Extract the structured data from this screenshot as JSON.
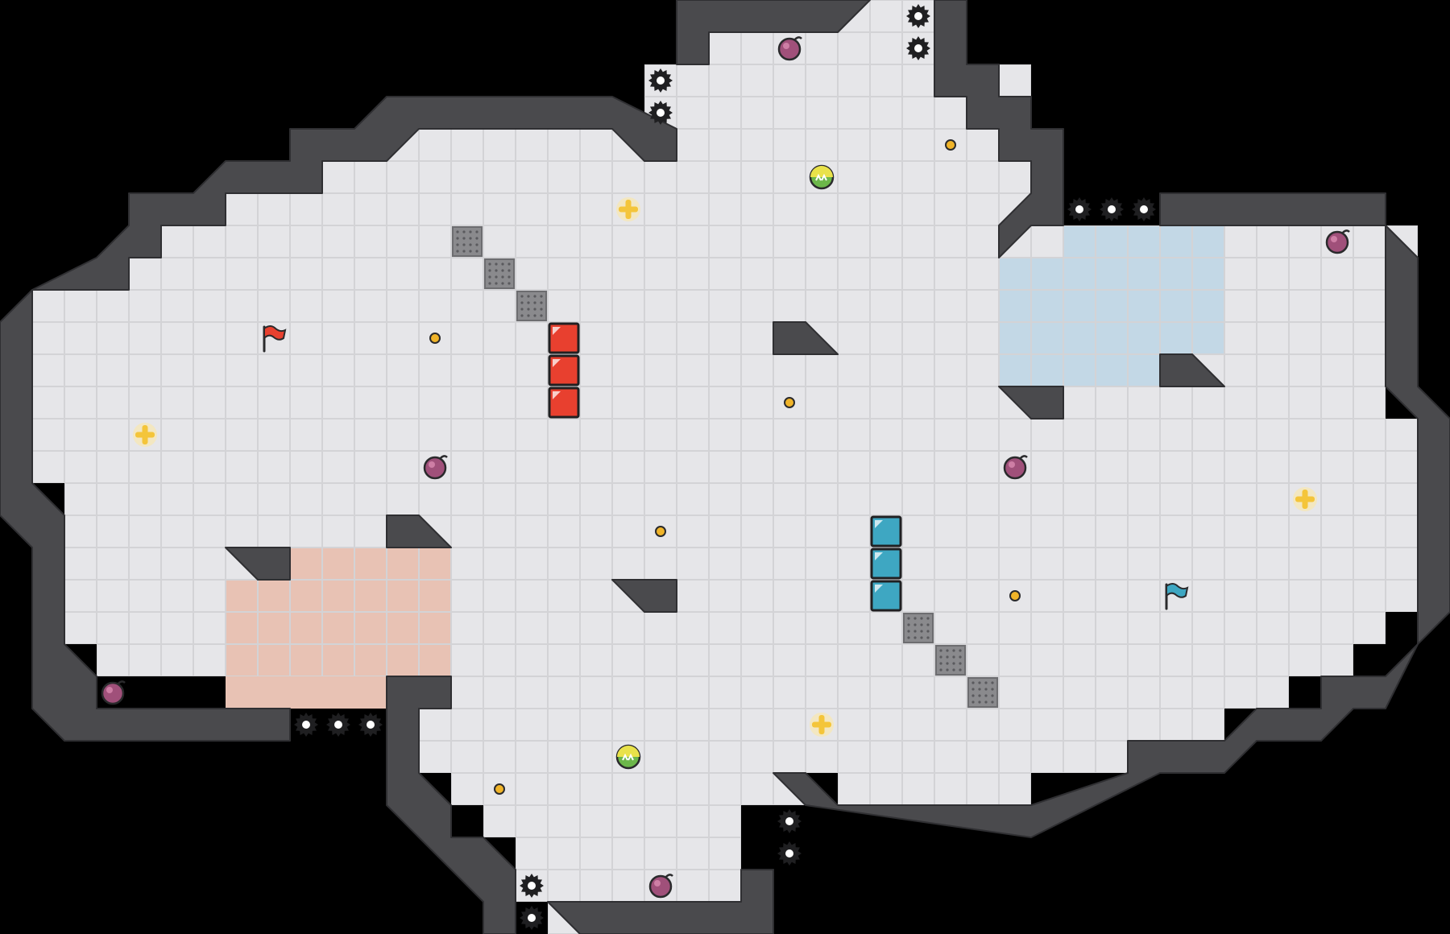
{
  "map": {
    "type": "capture-the-flag",
    "grid": {
      "cols": 45,
      "rows": 29
    },
    "colors": {
      "background": "#000000",
      "floor": "#e6e6e9",
      "floor_line": "#d3d3d6",
      "wall": "#4a4a4d",
      "wall_edge": "#2f2f32",
      "red_team": "#e8402f",
      "blue_team": "#3ea7c2",
      "red_zone": "#e8c2b4",
      "blue_zone": "#c3d8e6",
      "gate": "#8a8a8d",
      "spike": "#1f1f21",
      "bomb": "#a0507a",
      "boost": "#6cb74a",
      "powerup": "#f4c53a",
      "pellet": "#f0b429"
    },
    "floor_rows": [
      [
        [
          21,
          29
        ]
      ],
      [
        [
          21,
          29
        ]
      ],
      [
        [
          20,
          31
        ]
      ],
      [
        [
          20,
          31
        ]
      ],
      [
        [
          12,
          19
        ],
        [
          21,
          32
        ]
      ],
      [
        [
          10,
          31
        ]
      ],
      [
        [
          7,
          31
        ]
      ],
      [
        [
          5,
          32
        ],
        [
          33,
          43
        ]
      ],
      [
        [
          4,
          42
        ]
      ],
      [
        [
          1,
          42
        ]
      ],
      [
        [
          1,
          42
        ]
      ],
      [
        [
          1,
          42
        ]
      ],
      [
        [
          1,
          42
        ]
      ],
      [
        [
          1,
          43
        ]
      ],
      [
        [
          1,
          43
        ]
      ],
      [
        [
          2,
          43
        ]
      ],
      [
        [
          2,
          43
        ]
      ],
      [
        [
          2,
          43
        ]
      ],
      [
        [
          2,
          43
        ]
      ],
      [
        [
          2,
          42
        ]
      ],
      [
        [
          3,
          41
        ]
      ],
      [
        [
          13,
          39
        ]
      ],
      [
        [
          13,
          37
        ]
      ],
      [
        [
          13,
          35
        ]
      ],
      [
        [
          14,
          24
        ],
        [
          26,
          31
        ]
      ],
      [
        [
          15,
          22
        ]
      ],
      [
        [
          16,
          22
        ]
      ],
      [
        [
          16,
          22
        ]
      ],
      [
        [
          17,
          22
        ]
      ]
    ],
    "walls": [
      [
        [
          21,
          0
        ],
        [
          27,
          0
        ],
        [
          26,
          1
        ],
        [
          22,
          1
        ],
        [
          22,
          2
        ],
        [
          21,
          2
        ]
      ],
      [
        [
          29,
          0
        ],
        [
          30,
          0
        ],
        [
          30,
          2
        ],
        [
          31,
          2
        ],
        [
          31,
          3
        ],
        [
          32,
          3
        ],
        [
          32,
          4
        ],
        [
          33,
          4
        ],
        [
          33,
          7
        ],
        [
          32,
          7
        ],
        [
          31,
          8
        ],
        [
          31,
          7
        ],
        [
          32,
          6
        ],
        [
          32,
          5
        ],
        [
          31,
          5
        ],
        [
          31,
          4
        ],
        [
          30,
          4
        ],
        [
          30,
          3
        ],
        [
          29,
          3
        ]
      ],
      [
        [
          12,
          3
        ],
        [
          19,
          3
        ],
        [
          21,
          4
        ],
        [
          21,
          5
        ],
        [
          20,
          5
        ],
        [
          19,
          4
        ],
        [
          13,
          4
        ],
        [
          12,
          5
        ],
        [
          10,
          5
        ],
        [
          10,
          6
        ],
        [
          7,
          6
        ],
        [
          7,
          7
        ],
        [
          5,
          7
        ],
        [
          5,
          8
        ],
        [
          4,
          8
        ],
        [
          4,
          9
        ],
        [
          1,
          9
        ],
        [
          1,
          15
        ],
        [
          2,
          16
        ],
        [
          2,
          20
        ],
        [
          3,
          21
        ],
        [
          3,
          22
        ],
        [
          9,
          22
        ],
        [
          9,
          23
        ],
        [
          2,
          23
        ],
        [
          1,
          22
        ],
        [
          1,
          17
        ],
        [
          0,
          16
        ],
        [
          0,
          10
        ],
        [
          1,
          9
        ],
        [
          3,
          8
        ],
        [
          4,
          7
        ],
        [
          4,
          6
        ],
        [
          6,
          6
        ],
        [
          7,
          5
        ],
        [
          9,
          5
        ],
        [
          9,
          4
        ],
        [
          11,
          4
        ]
      ],
      [
        [
          36,
          6
        ],
        [
          43,
          6
        ],
        [
          43,
          7
        ],
        [
          44,
          8
        ],
        [
          44,
          12
        ],
        [
          45,
          13
        ],
        [
          45,
          19
        ],
        [
          43,
          21
        ],
        [
          41,
          21
        ],
        [
          41,
          22
        ],
        [
          39,
          22
        ],
        [
          38,
          23
        ],
        [
          35,
          23
        ],
        [
          35,
          24
        ],
        [
          32,
          25
        ],
        [
          26,
          25
        ],
        [
          25,
          24
        ],
        [
          24,
          24
        ],
        [
          25,
          25
        ],
        [
          32,
          26
        ],
        [
          36,
          24
        ],
        [
          38,
          24
        ],
        [
          39,
          23
        ],
        [
          41,
          23
        ],
        [
          42,
          22
        ],
        [
          43,
          22
        ],
        [
          44,
          20
        ],
        [
          44,
          13
        ],
        [
          43,
          12
        ],
        [
          43,
          7
        ],
        [
          42,
          7
        ],
        [
          36,
          7
        ]
      ],
      [
        [
          12,
          21
        ],
        [
          14,
          21
        ],
        [
          14,
          22
        ],
        [
          13,
          22
        ],
        [
          13,
          24
        ],
        [
          14,
          25
        ],
        [
          14,
          26
        ],
        [
          15,
          26
        ],
        [
          16,
          27
        ],
        [
          16,
          29
        ],
        [
          15,
          29
        ],
        [
          15,
          28
        ],
        [
          14,
          27
        ],
        [
          13,
          26
        ],
        [
          12,
          25
        ],
        [
          12,
          22
        ]
      ],
      [
        [
          23,
          27
        ],
        [
          24,
          27
        ],
        [
          24,
          29
        ],
        [
          18,
          29
        ],
        [
          17,
          28
        ],
        [
          23,
          28
        ]
      ]
    ],
    "inner_walls": [
      [
        [
          24,
          10
        ],
        [
          25,
          10
        ],
        [
          26,
          11
        ],
        [
          24,
          11
        ]
      ],
      [
        [
          36,
          11
        ],
        [
          37,
          11
        ],
        [
          38,
          12
        ],
        [
          36,
          12
        ]
      ],
      [
        [
          31,
          12
        ],
        [
          33,
          12
        ],
        [
          33,
          13
        ],
        [
          32,
          13
        ]
      ],
      [
        [
          12,
          16
        ],
        [
          13,
          16
        ],
        [
          14,
          17
        ],
        [
          12,
          17
        ]
      ],
      [
        [
          7,
          17
        ],
        [
          9,
          17
        ],
        [
          9,
          18
        ],
        [
          8,
          18
        ]
      ],
      [
        [
          19,
          18
        ],
        [
          21,
          18
        ],
        [
          21,
          19
        ],
        [
          20,
          19
        ]
      ]
    ],
    "red_zone_cells": [
      [
        9,
        17
      ],
      [
        10,
        17
      ],
      [
        11,
        17
      ],
      [
        12,
        17
      ],
      [
        13,
        17
      ],
      [
        7,
        18
      ],
      [
        8,
        18
      ],
      [
        9,
        18
      ],
      [
        10,
        18
      ],
      [
        11,
        18
      ],
      [
        12,
        18
      ],
      [
        13,
        18
      ],
      [
        7,
        19
      ],
      [
        8,
        19
      ],
      [
        9,
        19
      ],
      [
        10,
        19
      ],
      [
        11,
        19
      ],
      [
        12,
        19
      ],
      [
        13,
        19
      ],
      [
        7,
        20
      ],
      [
        8,
        20
      ],
      [
        9,
        20
      ],
      [
        10,
        20
      ],
      [
        11,
        20
      ],
      [
        12,
        20
      ],
      [
        13,
        20
      ],
      [
        7,
        21
      ],
      [
        8,
        21
      ],
      [
        9,
        21
      ],
      [
        10,
        21
      ],
      [
        11,
        21
      ]
    ],
    "blue_zone_cells": [
      [
        33,
        7
      ],
      [
        34,
        7
      ],
      [
        35,
        7
      ],
      [
        36,
        7
      ],
      [
        37,
        7
      ],
      [
        31,
        8
      ],
      [
        32,
        8
      ],
      [
        33,
        8
      ],
      [
        34,
        8
      ],
      [
        35,
        8
      ],
      [
        36,
        8
      ],
      [
        37,
        8
      ],
      [
        31,
        9
      ],
      [
        32,
        9
      ],
      [
        33,
        9
      ],
      [
        34,
        9
      ],
      [
        35,
        9
      ],
      [
        36,
        9
      ],
      [
        37,
        9
      ],
      [
        31,
        10
      ],
      [
        32,
        10
      ],
      [
        33,
        10
      ],
      [
        34,
        10
      ],
      [
        35,
        10
      ],
      [
        36,
        10
      ],
      [
        37,
        10
      ],
      [
        31,
        11
      ],
      [
        32,
        11
      ],
      [
        33,
        11
      ],
      [
        34,
        11
      ],
      [
        35,
        11
      ]
    ],
    "flags": [
      {
        "team": "red",
        "cell": [
          8,
          10
        ]
      },
      {
        "team": "blue",
        "cell": [
          36,
          18
        ]
      }
    ],
    "team_tiles": [
      {
        "team": "red",
        "cell": [
          17,
          10
        ]
      },
      {
        "team": "red",
        "cell": [
          17,
          11
        ]
      },
      {
        "team": "red",
        "cell": [
          17,
          12
        ]
      },
      {
        "team": "blue",
        "cell": [
          27,
          16
        ]
      },
      {
        "team": "blue",
        "cell": [
          27,
          17
        ]
      },
      {
        "team": "blue",
        "cell": [
          27,
          18
        ]
      }
    ],
    "gates": [
      [
        14,
        7
      ],
      [
        15,
        8
      ],
      [
        16,
        9
      ],
      [
        28,
        19
      ],
      [
        29,
        20
      ],
      [
        30,
        21
      ]
    ],
    "spikes": [
      [
        28,
        0
      ],
      [
        28,
        1
      ],
      [
        20,
        2
      ],
      [
        20,
        3
      ],
      [
        33,
        6
      ],
      [
        34,
        6
      ],
      [
        35,
        6
      ],
      [
        9,
        22
      ],
      [
        10,
        22
      ],
      [
        11,
        22
      ],
      [
        24,
        25
      ],
      [
        24,
        26
      ],
      [
        16,
        27
      ],
      [
        16,
        28
      ]
    ],
    "bombs": [
      [
        24,
        1
      ],
      [
        41,
        7
      ],
      [
        13,
        14
      ],
      [
        31,
        14
      ],
      [
        3,
        21
      ],
      [
        20,
        27
      ]
    ],
    "boosts": [
      [
        25,
        5
      ],
      [
        19,
        23
      ]
    ],
    "powerups": [
      [
        19,
        6
      ],
      [
        4,
        13
      ],
      [
        40,
        15
      ],
      [
        25,
        22
      ]
    ],
    "pellets": [
      [
        29,
        4
      ],
      [
        13,
        10
      ],
      [
        24,
        12
      ],
      [
        20,
        16
      ],
      [
        31,
        18
      ],
      [
        15,
        24
      ]
    ]
  }
}
